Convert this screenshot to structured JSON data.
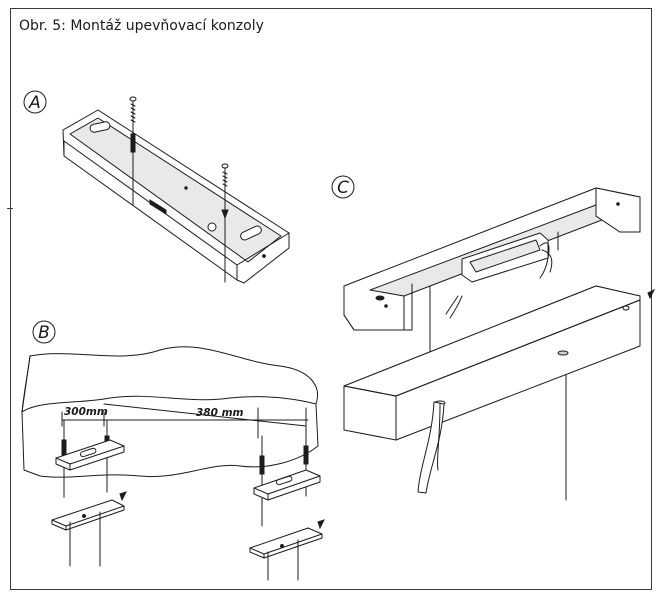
{
  "figure": {
    "title": "Obr. 5: Montáž upevňovací konzoly"
  },
  "panels": {
    "a": {
      "label": "A"
    },
    "b": {
      "label": "B",
      "dimension_short": "300mm",
      "dimension_long": "380 mm"
    },
    "c": {
      "label": "C"
    }
  }
}
